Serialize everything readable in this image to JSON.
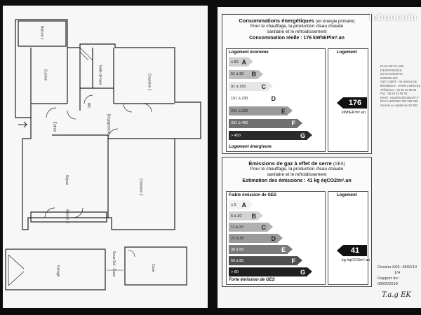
{
  "watermark": "leboncoin",
  "floor_plan": {
    "rooms": {
      "balcon_1": "Balcon 1",
      "cuisine": "Cuisine",
      "sdb": "Salle de bain",
      "chambre_1": "Chambre 1",
      "wc": "WC",
      "entree": "Entrée",
      "degagement": "Dégagement",
      "sejour": "Séjour",
      "chambre_2": "Chambre 2",
      "balcon_2": "Balcon 2",
      "garage": "Garage",
      "sous_sol": "Sous-Sol - Cave",
      "cave": "Cave"
    }
  },
  "energy": {
    "title": "Consommations énergétiques",
    "title_note": "(en énergie primaire)",
    "sub1": "Pour le chauffage, la production d'eau chaude",
    "sub2": "sanitaire et le refroidissement",
    "real": "Consommation réelle : 176 kWhEP/m².an",
    "head_left": "Logement économe",
    "head_right": "Logement",
    "foot": "Logement énergivore",
    "value": "176",
    "unit": "kWhEP/m².an",
    "bands": [
      {
        "range": "≤ 50",
        "letter": "A",
        "color": "#cfcfcf"
      },
      {
        "range": "51 à 90",
        "letter": "B",
        "color": "#bdbdbd"
      },
      {
        "range": "91 à 150",
        "letter": "C",
        "color": "#e6e6e6"
      },
      {
        "range": "151 à 230",
        "letter": "D",
        "color": "#ffffff"
      },
      {
        "range": "231 à 330",
        "letter": "E",
        "color": "#9a9a9a"
      },
      {
        "range": "331 à 450",
        "letter": "F",
        "color": "#6f6f6f"
      },
      {
        "range": "> 450",
        "letter": "G",
        "color": "#2a2a2a"
      }
    ]
  },
  "ges": {
    "title": "Émissions de gaz à effet de serre",
    "title_note": "(GES)",
    "sub1": "Pour le chauffage, la production d'eau chaude",
    "sub2": "sanitaire et le refroidissement",
    "estimate": "Estimation des émissions : 41 kg éqCO2/m².an",
    "head_left": "Faible émission de GES",
    "head_right": "Logement",
    "foot": "Forte émission de GES",
    "value": "41",
    "unit": "kg éqCO2/m².an",
    "bands": [
      {
        "range": "≤ 5",
        "letter": "A",
        "color": "#f2f2f2"
      },
      {
        "range": "6 à 10",
        "letter": "B",
        "color": "#d2d2d2"
      },
      {
        "range": "11 à 20",
        "letter": "C",
        "color": "#b0b0b0"
      },
      {
        "range": "21 à 35",
        "letter": "D",
        "color": "#9a9a9a"
      },
      {
        "range": "36 à 55",
        "letter": "E",
        "color": "#7a7a7a"
      },
      {
        "range": "56 à 80",
        "letter": "F",
        "color": "#4f4f4f"
      },
      {
        "range": "> 80",
        "letter": "G",
        "color": "#1f1f1f"
      }
    ]
  },
  "company": {
    "lines": [
      "PLUS DE 15 ANS D'EXPERIENCE",
      "LE DIAGNOSTIC IMMOBILIER",
      "Sarl CABEX - 46 avenue de",
      "Bénédictins - 87000 LIMOGES",
      "Téléphone : 05 55 48 99 35",
      "Fax : 05 55 48 99 35",
      "Email : expertise@cabex87.fr",
      "RCS LIMOGES 793 006 255",
      "Société au capital de 40 000"
    ]
  },
  "dossier": {
    "line1": "Dossier E06- 4892/10",
    "line2": "1/4",
    "line3": "Rapport du : 09/06/2019"
  },
  "signature_text": "T.a.g EK"
}
